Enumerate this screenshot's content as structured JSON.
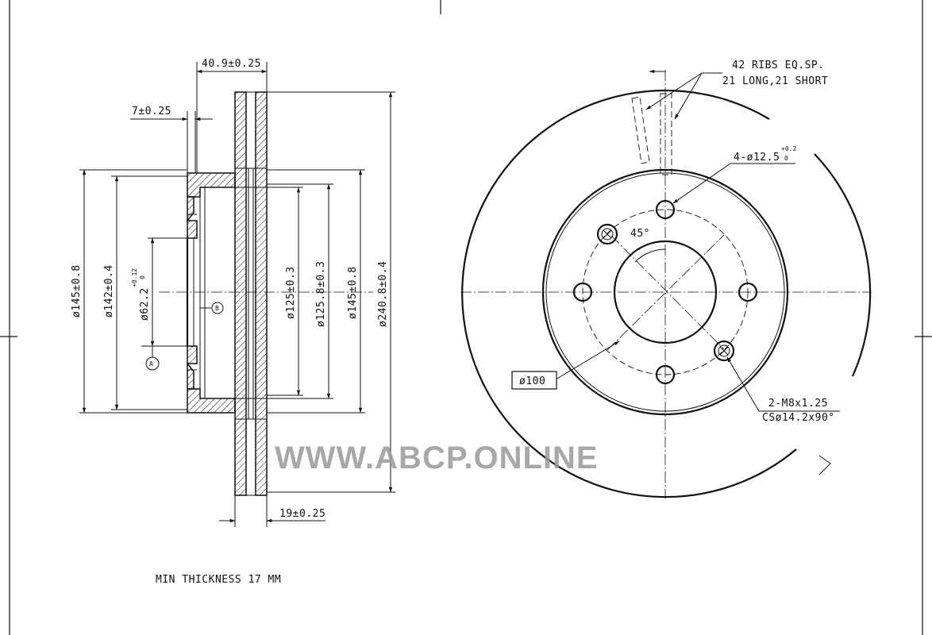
{
  "side_view": {
    "dim_overall_width": "40.9±0.25",
    "dim_hub_offset": "7±0.25",
    "dim_disc_width": "19±0.25",
    "dim_d145_left": "ø145±0.8",
    "dim_d142": "ø142±0.4",
    "dim_d62": "ø62.2",
    "dim_d62_tol_upper": "+0.12",
    "dim_d62_tol_lower": "0",
    "dim_d125": "ø125±0.3",
    "dim_d125_8": "ø125.8±0.3",
    "dim_d145_right": "ø145±0.8",
    "dim_d240": "ø240.8±0.4",
    "datum_a": "A",
    "datum_b": "B"
  },
  "front_view": {
    "ribs_line1": "42 RIBS EQ.SP.",
    "ribs_line2": "21 LONG,21 SHORT",
    "holes_label": "4-ø12.5",
    "holes_tol_upper": "+0.2",
    "holes_tol_lower": "0",
    "angle_label": "45°",
    "pcd_label": "ø100",
    "threads_line1": "2-M8x1.25",
    "threads_line2": "CSø14.2x90°"
  },
  "note": "MIN THICKNESS 17 MM",
  "watermark": "WWW.ABCP.ONLINE"
}
